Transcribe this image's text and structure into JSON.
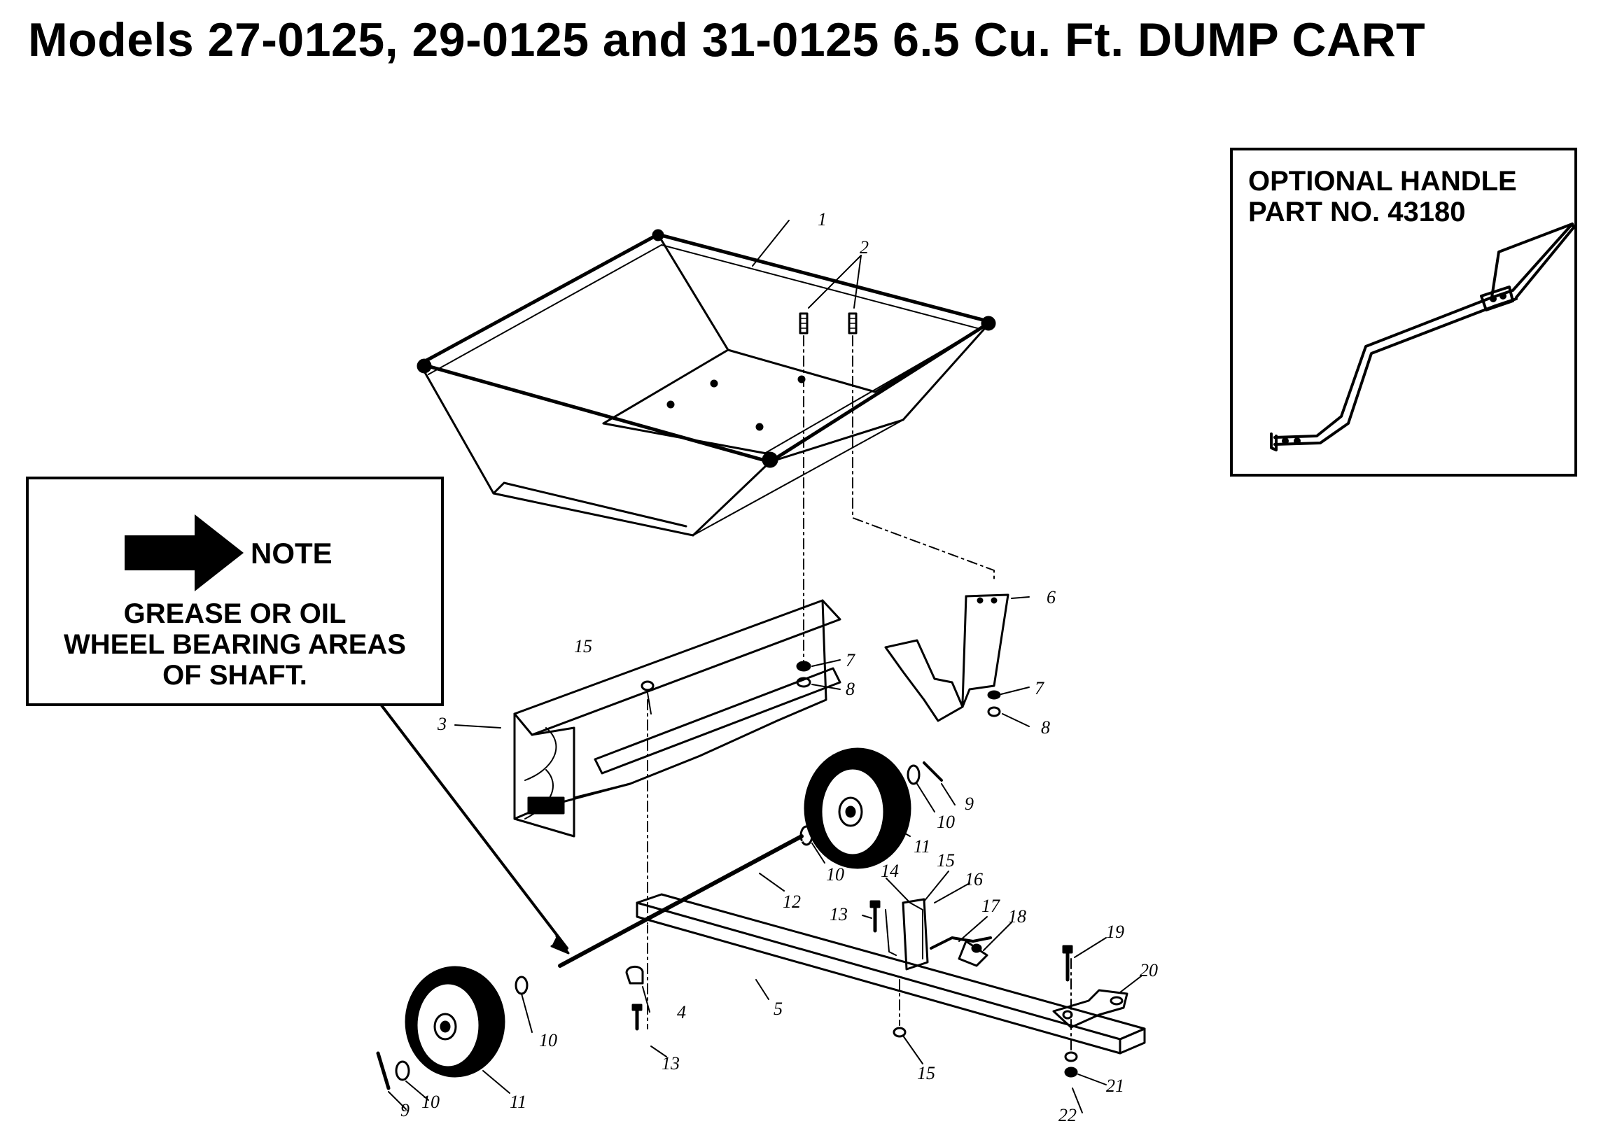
{
  "title": "Models 27-0125, 29-0125 and 31-0125 6.5 Cu. Ft. DUMP CART",
  "note": {
    "label": "NOTE",
    "lines": [
      "GREASE OR OIL",
      "WHEEL BEARING AREAS",
      "OF SHAFT."
    ],
    "icon": "right-arrow-icon"
  },
  "optional_handle": {
    "line1": "OPTIONAL HANDLE",
    "line2": "PART NO. 43180"
  },
  "callouts": [
    {
      "id": "c1",
      "label": "1"
    },
    {
      "id": "c2",
      "label": "2"
    },
    {
      "id": "c3",
      "label": "3"
    },
    {
      "id": "c4",
      "label": "4"
    },
    {
      "id": "c5",
      "label": "5"
    },
    {
      "id": "c6",
      "label": "6"
    },
    {
      "id": "c7a",
      "label": "7"
    },
    {
      "id": "c7b",
      "label": "7"
    },
    {
      "id": "c8a",
      "label": "8"
    },
    {
      "id": "c8b",
      "label": "8"
    },
    {
      "id": "c9a",
      "label": "9"
    },
    {
      "id": "c9b",
      "label": "9"
    },
    {
      "id": "c10a",
      "label": "10"
    },
    {
      "id": "c10b",
      "label": "10"
    },
    {
      "id": "c10c",
      "label": "10"
    },
    {
      "id": "c10d",
      "label": "10"
    },
    {
      "id": "c11a",
      "label": "11"
    },
    {
      "id": "c11b",
      "label": "11"
    },
    {
      "id": "c12",
      "label": "12"
    },
    {
      "id": "c13a",
      "label": "13"
    },
    {
      "id": "c13b",
      "label": "13"
    },
    {
      "id": "c14",
      "label": "14"
    },
    {
      "id": "c15a",
      "label": "15"
    },
    {
      "id": "c15b",
      "label": "15"
    },
    {
      "id": "c15c",
      "label": "15"
    },
    {
      "id": "c16",
      "label": "16"
    },
    {
      "id": "c17",
      "label": "17"
    },
    {
      "id": "c18",
      "label": "18"
    },
    {
      "id": "c19",
      "label": "19"
    },
    {
      "id": "c20",
      "label": "20"
    },
    {
      "id": "c21",
      "label": "21"
    },
    {
      "id": "c22",
      "label": "22"
    }
  ]
}
